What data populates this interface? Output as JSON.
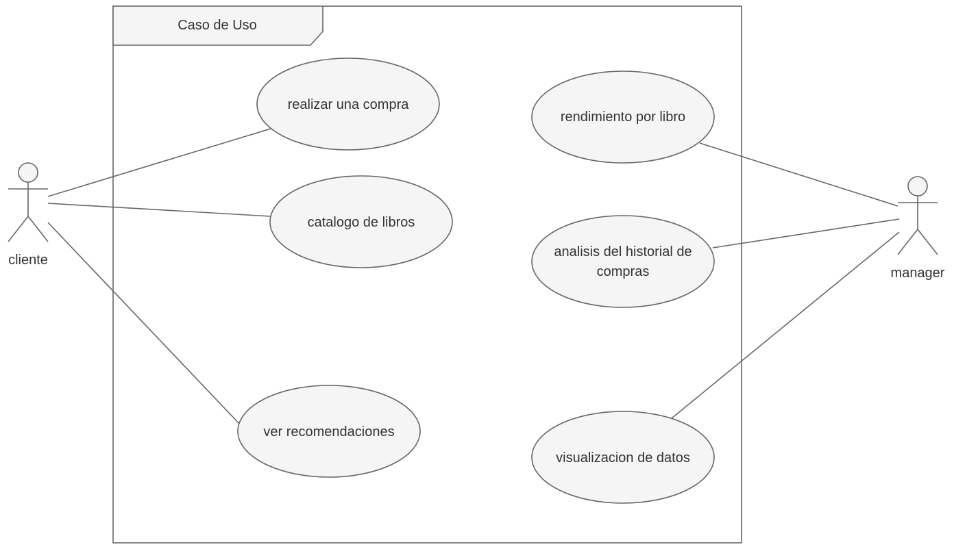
{
  "diagram": {
    "boundary_title": "Caso de Uso",
    "actors": {
      "cliente": {
        "label": "cliente"
      },
      "manager": {
        "label": "manager"
      }
    },
    "use_cases": {
      "realizar_compra": {
        "label": "realizar una compra"
      },
      "catalogo": {
        "label": "catalogo de libros"
      },
      "recomendaciones": {
        "label": "ver recomendaciones"
      },
      "rendimiento": {
        "label": "rendimiento por libro"
      },
      "historial": {
        "label_line1": "analisis del historial de",
        "label_line2": "compras"
      },
      "visualizacion": {
        "label": "visualizacion de datos"
      }
    },
    "colors": {
      "stroke": "#666666",
      "fill": "#f5f5f5",
      "text": "#333333"
    }
  }
}
